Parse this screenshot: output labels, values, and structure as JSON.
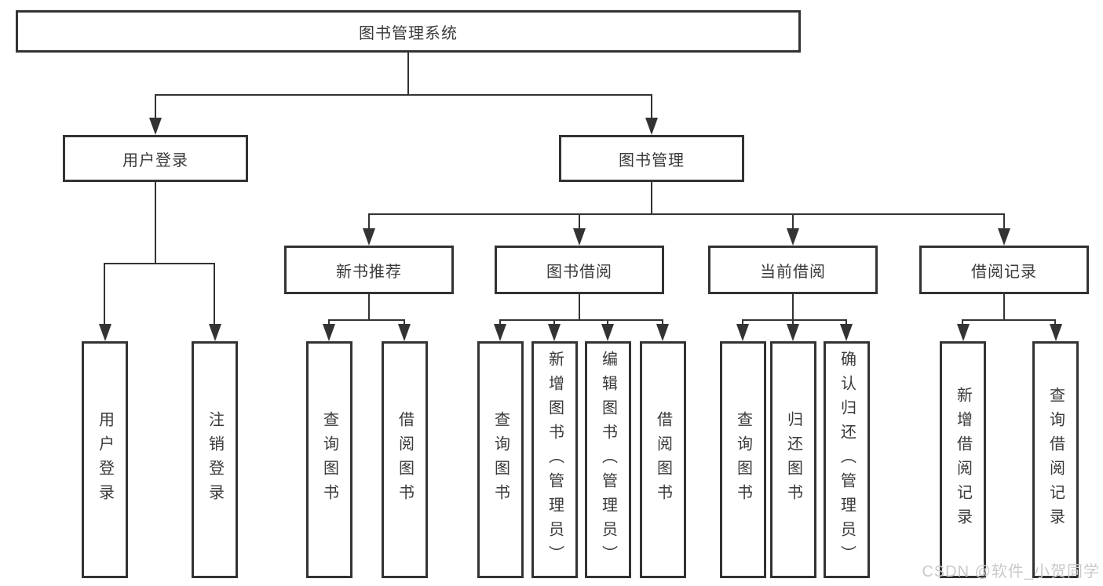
{
  "diagram": {
    "title": "图书管理系统",
    "root": {
      "label": "图书管理系统"
    },
    "branches": [
      {
        "label": "用户登录",
        "children": [
          {
            "label": "用户登录"
          },
          {
            "label": "注销登录"
          }
        ]
      },
      {
        "label": "图书管理",
        "children": [
          {
            "label": "新书推荐",
            "children": [
              {
                "label": "查询图书"
              },
              {
                "label": "借阅图书"
              }
            ]
          },
          {
            "label": "图书借阅",
            "children": [
              {
                "label": "查询图书"
              },
              {
                "label": "新增图书（管理员）"
              },
              {
                "label": "编辑图书（管理员）"
              },
              {
                "label": "借阅图书"
              }
            ]
          },
          {
            "label": "当前借阅",
            "children": [
              {
                "label": "查询图书"
              },
              {
                "label": "归还图书"
              },
              {
                "label": "确认归还（管理员）"
              }
            ]
          },
          {
            "label": "借阅记录",
            "children": [
              {
                "label": "新增借阅记录"
              },
              {
                "label": "查询借阅记录"
              }
            ]
          }
        ]
      }
    ]
  },
  "watermark": {
    "text": "CSDN @软件_小贺同学"
  },
  "colors": {
    "line": "#333333",
    "text": "#3a3a3a",
    "background": "#ffffff",
    "watermark": "#c9c9c9"
  }
}
